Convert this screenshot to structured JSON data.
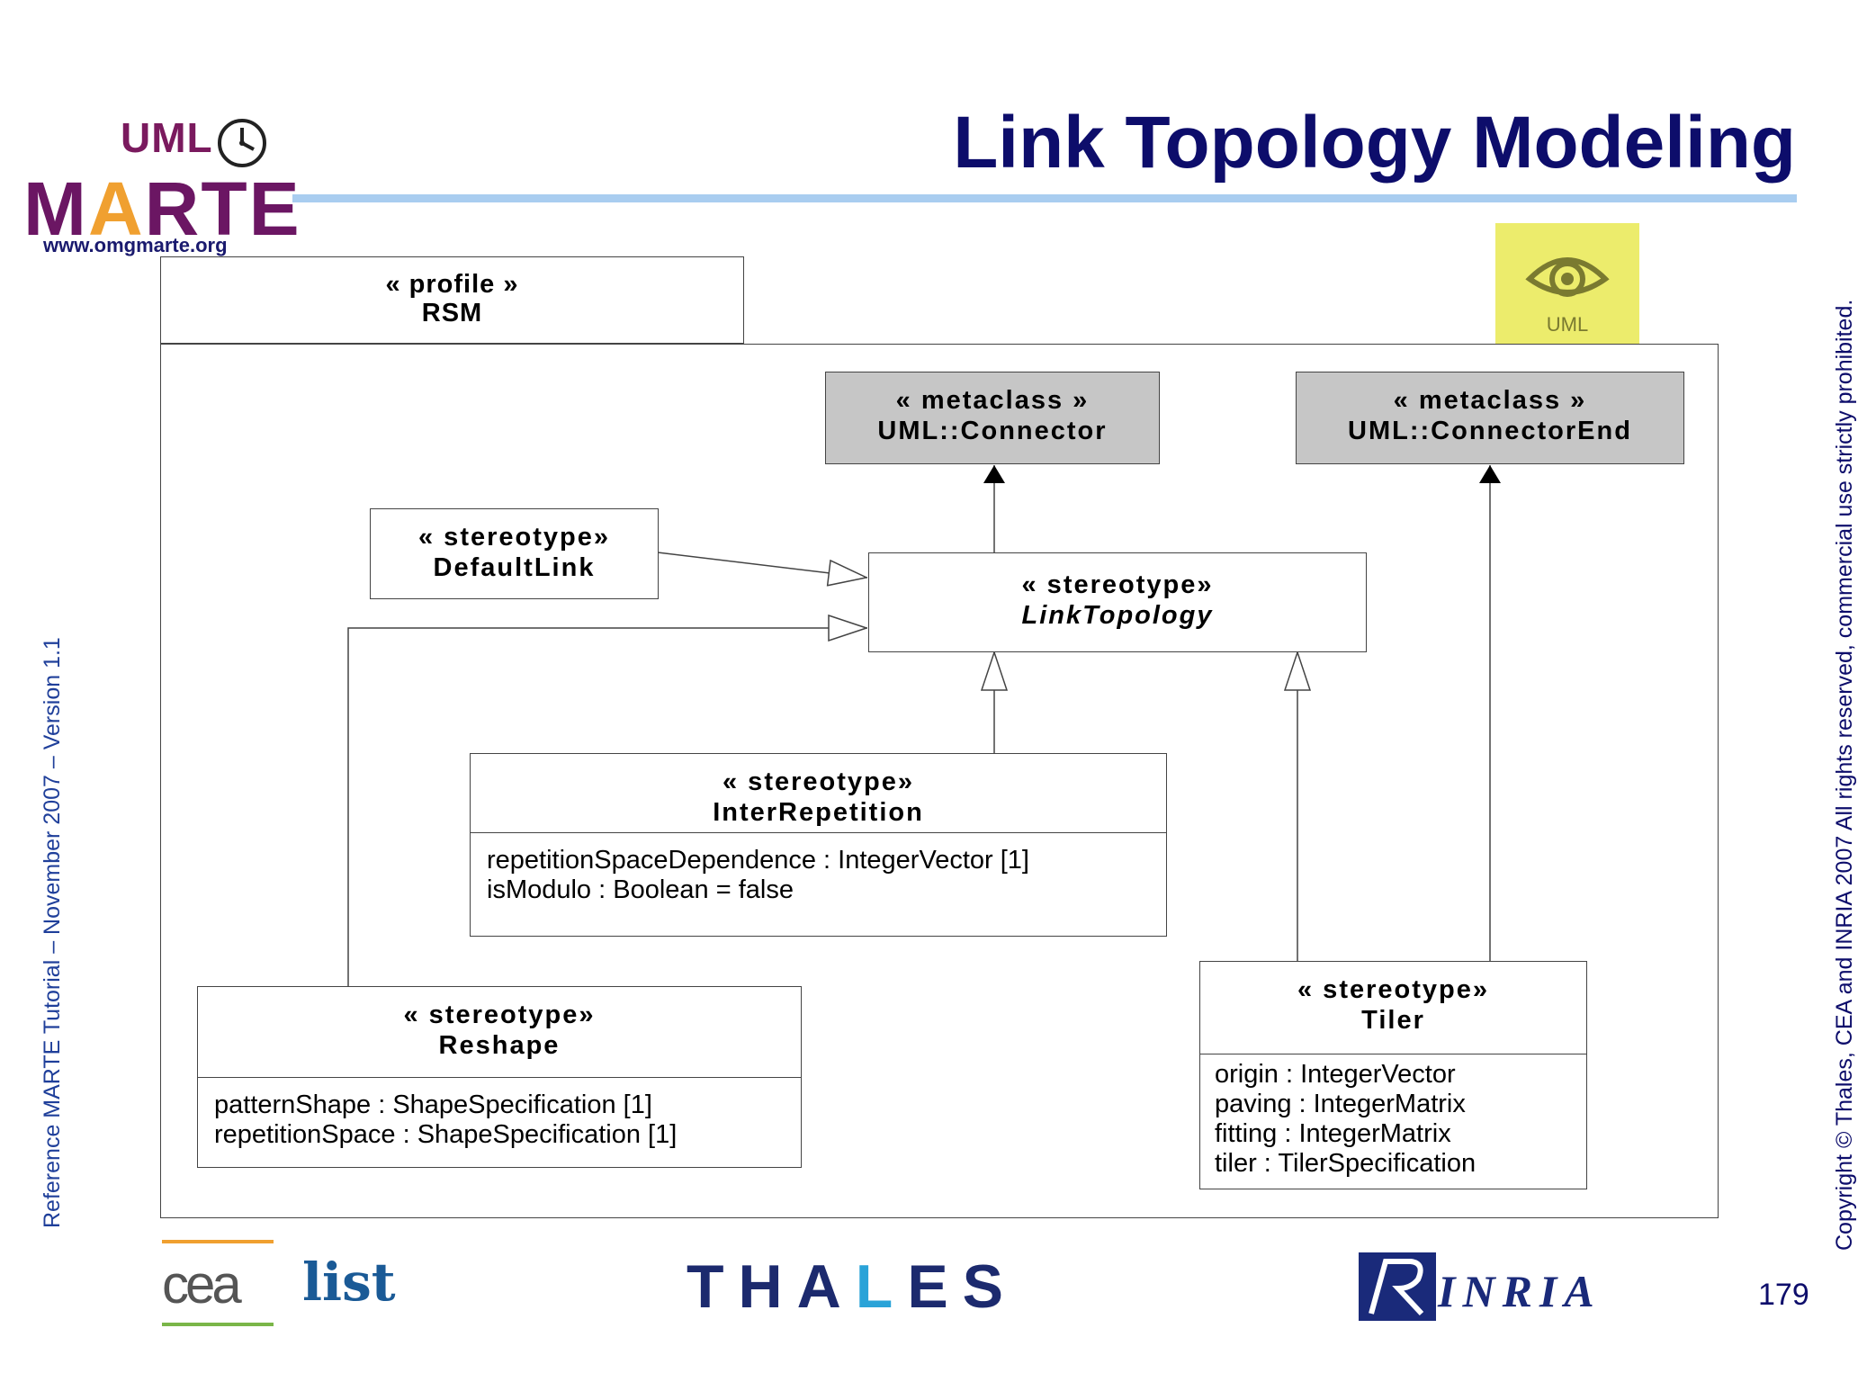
{
  "slide": {
    "title": "Link Topology Modeling",
    "page_number": "179",
    "side_left": "Reference MARTE Tutorial – November 2007 – Version 1.1",
    "side_right": "Copyright © Thales, CEA and INRIA 2007 All rights reserved, commercial use strictly prohibited."
  },
  "logo": {
    "uml": "UML",
    "marte_m": "M",
    "marte_a": "A",
    "marte_rest": "RTE",
    "url": "www.omgmarte.org"
  },
  "uml_badge": {
    "label": "UML"
  },
  "profile": {
    "stereotype": "« profile »",
    "name": "RSM"
  },
  "boxes": {
    "connector": {
      "stereotype": "« metaclass »",
      "name": "UML::Connector"
    },
    "connector_end": {
      "stereotype": "« metaclass »",
      "name": "UML::ConnectorEnd"
    },
    "default_link": {
      "stereotype": "« stereotype»",
      "name": "DefaultLink"
    },
    "link_topology": {
      "stereotype": "« stereotype»",
      "name": "LinkTopology"
    },
    "inter_repetition": {
      "stereotype": "« stereotype»",
      "name": "InterRepetition",
      "attributes": [
        "repetitionSpaceDependence : IntegerVector [1]",
        "isModulo : Boolean  = false"
      ]
    },
    "reshape": {
      "stereotype": "« stereotype»",
      "name": "Reshape",
      "attributes": [
        "patternShape : ShapeSpecification [1]",
        "repetitionSpace : ShapeSpecification  [1]"
      ]
    },
    "tiler": {
      "stereotype": "« stereotype»",
      "name": "Tiler",
      "attributes": [
        "origin : IntegerVector",
        "paving  : IntegerMatrix",
        "fitting  : IntegerMatrix",
        "tiler  : TilerSpecification"
      ]
    }
  },
  "footer": {
    "cea": "cea",
    "list": "list",
    "thales_pre": "THA",
    "thales_dot": "L",
    "thales_post": "ES",
    "inria": "INRIA"
  },
  "colors": {
    "title": "#0d0d6b",
    "title_rule": "#a9cdf0",
    "metaclass_fill": "#c6c6c6",
    "uml_badge": "#ecec6c",
    "side_left": "#1f3f9a"
  }
}
